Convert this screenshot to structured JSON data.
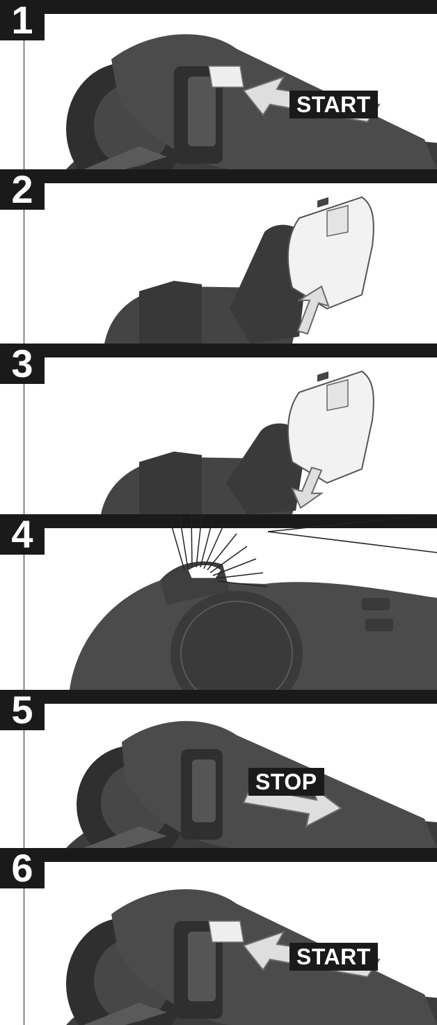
{
  "steps": [
    {
      "number": "1",
      "action_label": "START"
    },
    {
      "number": "2",
      "action_label": ""
    },
    {
      "number": "3",
      "action_label": ""
    },
    {
      "number": "4",
      "action_label": ""
    },
    {
      "number": "5",
      "action_label": "STOP"
    },
    {
      "number": "6",
      "action_label": "START"
    }
  ],
  "colors": {
    "bar": "#1a1a1a",
    "tool_body": "#4a4a4a",
    "tool_dark": "#363636",
    "battery": "#f2f2f2",
    "arrow_fill": "#dedede",
    "arrow_stroke": "#6a6a6a"
  },
  "icons": [
    "grinder-tool-icon",
    "battery-pack-icon",
    "direction-arrow-icon",
    "indicator-light-rays-icon"
  ]
}
